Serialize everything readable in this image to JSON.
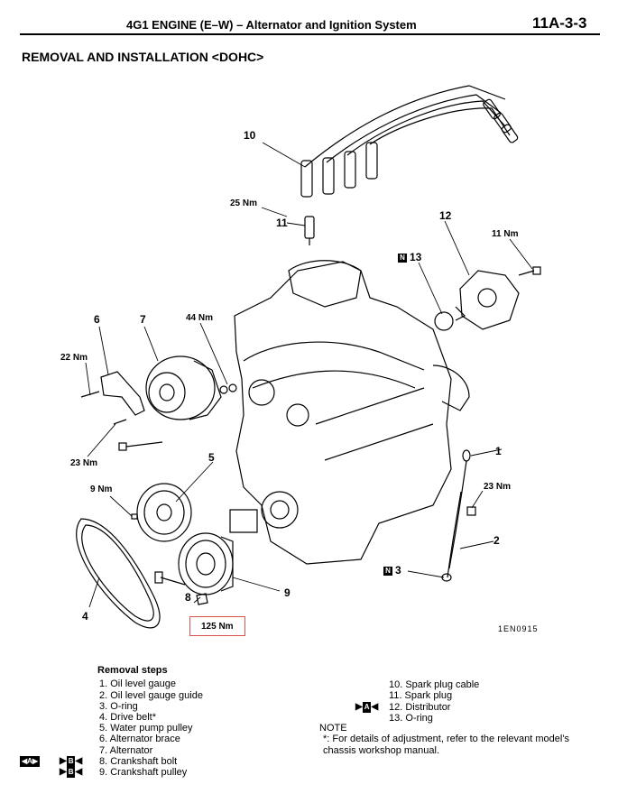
{
  "header": {
    "title": "4G1 ENGINE (E–W) – Alternator and Ignition System",
    "page": "11A-3-3"
  },
  "section_title": "REMOVAL AND INSTALLATION <DOHC>",
  "callouts": {
    "c1": "1",
    "c2": "2",
    "c3": "3",
    "c4": "4",
    "c5": "5",
    "c6": "6",
    "c7": "7",
    "c8": "8",
    "c9": "9",
    "c10": "10",
    "c11": "11",
    "c12": "12",
    "c13": "13"
  },
  "torques": {
    "t25": "25 Nm",
    "t11": "11 Nm",
    "t44": "44 Nm",
    "t22": "22 Nm",
    "t23a": "23 Nm",
    "t9": "9 Nm",
    "t23b": "23 Nm",
    "t125": "125 Nm"
  },
  "badge_letter": "N",
  "figure_code": "1EN0915",
  "removal": {
    "title": "Removal steps",
    "left": [
      "1. Oil level gauge",
      "2. Oil level gauge guide",
      "3. O-ring",
      "4. Drive belt*",
      "5. Water pump pulley",
      "6. Alternator brace",
      "7. Alternator",
      "8. Crankshaft bolt",
      "9. Crankshaft pulley"
    ],
    "right": [
      "10. Spark plug cable",
      "11. Spark plug",
      "12. Distributor",
      "13. O-ring"
    ],
    "markers": {
      "a_left": "◀A▶",
      "b": "B",
      "a_right": "A"
    }
  },
  "note": {
    "heading": "NOTE",
    "text": "*: For details of adjustment, refer to the relevant model's chassis workshop manual."
  }
}
